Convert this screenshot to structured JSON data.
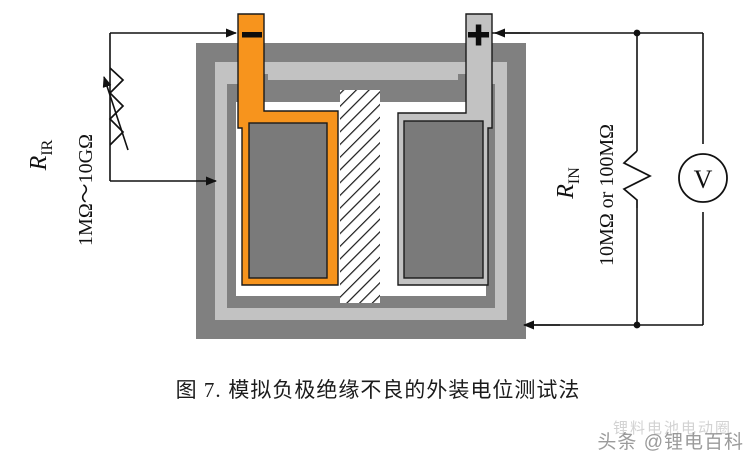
{
  "figure": {
    "caption_prefix": "图 7.",
    "caption_text": "模拟负极绝缘不良的外装电位测试法",
    "caption_full": "图 7. 模拟负极绝缘不良的外装电位测试法"
  },
  "watermark": {
    "text": "头条 @锂电百科",
    "background_text": "锂料电池电动圈"
  },
  "left_circuit": {
    "resistor_symbol": "R",
    "resistor_subscript": "IR",
    "resistor_value": "1MΩ～10GΩ",
    "component": "variable-resistor"
  },
  "right_circuit": {
    "resistor_symbol": "R",
    "resistor_subscript": "IN",
    "resistor_value": "10MΩ or 100MΩ",
    "voltmeter_label": "V",
    "component": "resistor"
  },
  "cell": {
    "negative_terminal_label": "−",
    "positive_terminal_label": "+",
    "parts": [
      {
        "name": "outer-case",
        "color": "#808080"
      },
      {
        "name": "inner-liner",
        "color": "#c2c2c2"
      },
      {
        "name": "cavity",
        "color": "#ffffff"
      },
      {
        "name": "negative-tab",
        "color": "#f7941d"
      },
      {
        "name": "positive-tab",
        "color": "#c2c2c2"
      },
      {
        "name": "negative-electrode",
        "color": "#7a7a7a"
      },
      {
        "name": "positive-electrode",
        "color": "#7a7a7a"
      },
      {
        "name": "separator",
        "color": "#ffffff",
        "pattern": "diagonal-hatch"
      }
    ]
  },
  "colors": {
    "case_dark_gray": "#808080",
    "liner_light_gray": "#c2c2c2",
    "electrode_gray": "#7a7a7a",
    "negative_orange": "#f7941d",
    "wire_black": "#111111",
    "white": "#ffffff"
  }
}
